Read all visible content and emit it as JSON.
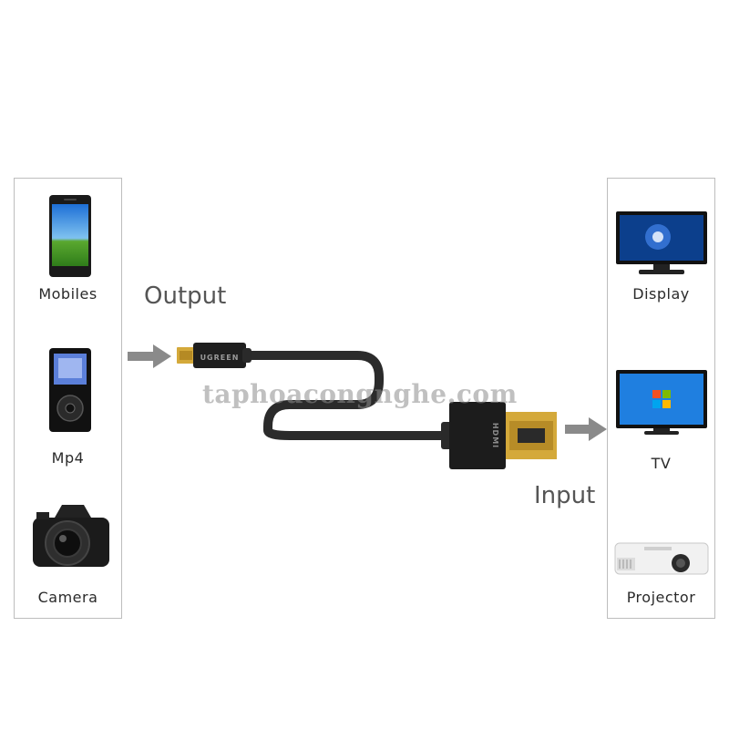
{
  "left_devices": [
    {
      "label": "Mobiles",
      "icon": "smartphone-icon"
    },
    {
      "label": "Mp4",
      "icon": "mp4-player-icon"
    },
    {
      "label": "Camera",
      "icon": "camera-icon"
    }
  ],
  "right_devices": [
    {
      "label": "Display",
      "icon": "monitor-icon"
    },
    {
      "label": "TV",
      "icon": "tv-icon"
    },
    {
      "label": "Projector",
      "icon": "projector-icon"
    }
  ],
  "output_label": "Output",
  "input_label": "Input",
  "cable": {
    "micro_brand_text": "UGREEN",
    "hdmi_text": "HDMI"
  },
  "watermark": "taphoacongnghe.com",
  "colors": {
    "arrow": "#8a8a8a",
    "cable": "#2b2b2b",
    "gold": "#d4a93a",
    "panel_border": "#bdbdbd"
  }
}
